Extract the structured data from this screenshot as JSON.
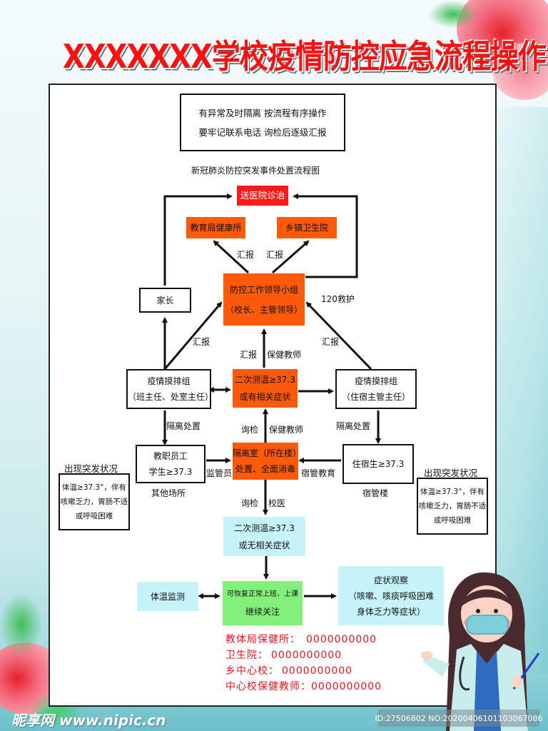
{
  "poster": {
    "title": "XXXXXXX学校疫情防控应急流程操作",
    "slogan_line1": "有异常及时隔离  按流程有序操作",
    "slogan_line2": "要牢记联系电话  询检后逐级汇报",
    "diagram_title": "新冠肺炎防控突发事件处置流程图"
  },
  "nodes": {
    "hospital": "送医院诊治",
    "edu_bureau_clinic": "教育局健康所",
    "town_hospital": "乡镇卫生院",
    "leader_group_line1": "防控工作领导小组",
    "leader_group_line2": "（校长、主管领导）",
    "parents": "家长",
    "screening_left_line1": "疫情摸排组",
    "screening_left_line2": "（班主任、处室主任）",
    "second_temp_line1": "二次测温≥37.3",
    "second_temp_line2": "或有相关症状",
    "screening_right_line1": "疫情摸排组",
    "screening_right_line2": "（住宿主管主任）",
    "staff_line1": "教职员工",
    "staff_line2": "学生≥37.3",
    "isolation_line1": "隔离室（所在楼）",
    "isolation_line2": "处置、全面消毒",
    "boarder": "住宿生≥37.3",
    "second_temp_no_line1": "二次测温≥37.3",
    "second_temp_no_line2": "或无相关症状",
    "temp_monitor": "体温监测",
    "resume_line1": "可恢复正常上班、上课",
    "resume_line2": "继续关注",
    "symptom_obs_line1": "症状观察",
    "symptom_obs_line2": "（咳嗽、咳痰呼吸困难",
    "symptom_obs_line3": "身体乏力等症状）",
    "emergency_left_title": "出现突发状况",
    "emergency_left_line1": "体温≥37.3°，伴有",
    "emergency_left_line2": "咳嗽乏力，胃肠不适",
    "emergency_left_line3": "或呼吸困难",
    "emergency_right_title": "出现突发状况",
    "emergency_right_line1": "体温≥37.3°，伴有",
    "emergency_right_line2": "咳嗽乏力，胃肠不适",
    "emergency_right_line3": "或呼吸困难"
  },
  "edge_labels": {
    "report_left_top": "汇报",
    "report_right_top": "汇报",
    "ambulance": "120救护",
    "report_left_mid": "汇报",
    "report_right_mid": "汇报",
    "report_center": "汇报",
    "health_teacher_center": "保健教师",
    "isolate_left": "隔离处置",
    "isolate_right": "隔离处置",
    "inquiry_up": "询检",
    "health_teacher_up": "保健教师",
    "supervisor": "监管员",
    "dorm_education": "宿管教育",
    "inquiry_down": "询检",
    "school_doctor": "校医",
    "other_places": "其他场所",
    "dormitory": "宿管楼"
  },
  "contacts": [
    {
      "label": "教体局保健所：",
      "phone": "0000000000"
    },
    {
      "label": "卫生院：",
      "phone": "0000000000"
    },
    {
      "label": "乡中心校：",
      "phone": "0000000000"
    },
    {
      "label": "中心校保健教师：",
      "phone": "0000000000"
    }
  ],
  "watermark": {
    "site": "昵享网 www.nipic.cn",
    "id": "ID:27506802 NO:20200406101103067086"
  },
  "colors": {
    "title_red": "#ff1010",
    "node_orange": "#ff5a0a",
    "node_red": "#ff1a1a",
    "node_cyan": "#c6f3f7",
    "node_green": "#84f07c",
    "contact_red": "#e8141e"
  }
}
